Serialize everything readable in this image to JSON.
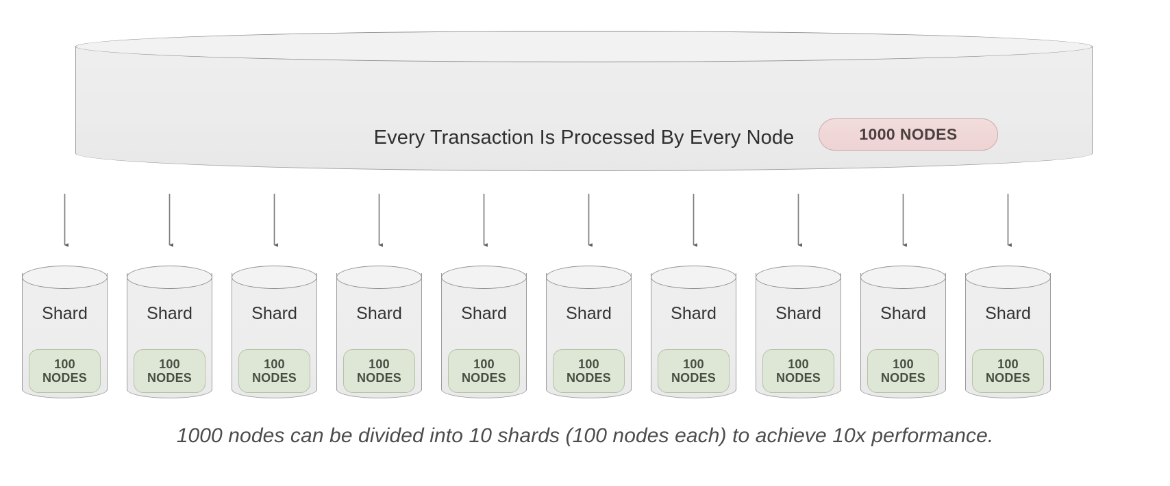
{
  "diagram": {
    "main_cylinder": {
      "title": "Every Transaction Is Processed By Every Node",
      "badge_label": "1000 NODES",
      "badge_color": "#eed3d3",
      "fill_color": "#ececec",
      "stroke_color": "#9a9a9a"
    },
    "arrows": {
      "count": 10,
      "direction": "down",
      "color": "#6b6b6b"
    },
    "shards": [
      {
        "label": "Shard",
        "nodes_count": "100",
        "nodes_unit": "NODES"
      },
      {
        "label": "Shard",
        "nodes_count": "100",
        "nodes_unit": "NODES"
      },
      {
        "label": "Shard",
        "nodes_count": "100",
        "nodes_unit": "NODES"
      },
      {
        "label": "Shard",
        "nodes_count": "100",
        "nodes_unit": "NODES"
      },
      {
        "label": "Shard",
        "nodes_count": "100",
        "nodes_unit": "NODES"
      },
      {
        "label": "Shard",
        "nodes_count": "100",
        "nodes_unit": "NODES"
      },
      {
        "label": "Shard",
        "nodes_count": "100",
        "nodes_unit": "NODES"
      },
      {
        "label": "Shard",
        "nodes_count": "100",
        "nodes_unit": "NODES"
      },
      {
        "label": "Shard",
        "nodes_count": "100",
        "nodes_unit": "NODES"
      },
      {
        "label": "Shard",
        "nodes_count": "100",
        "nodes_unit": "NODES"
      }
    ],
    "shard_badge_color": "#dee6d5",
    "caption": "1000 nodes can be divided into 10 shards (100 nodes each) to achieve 10x performance."
  }
}
